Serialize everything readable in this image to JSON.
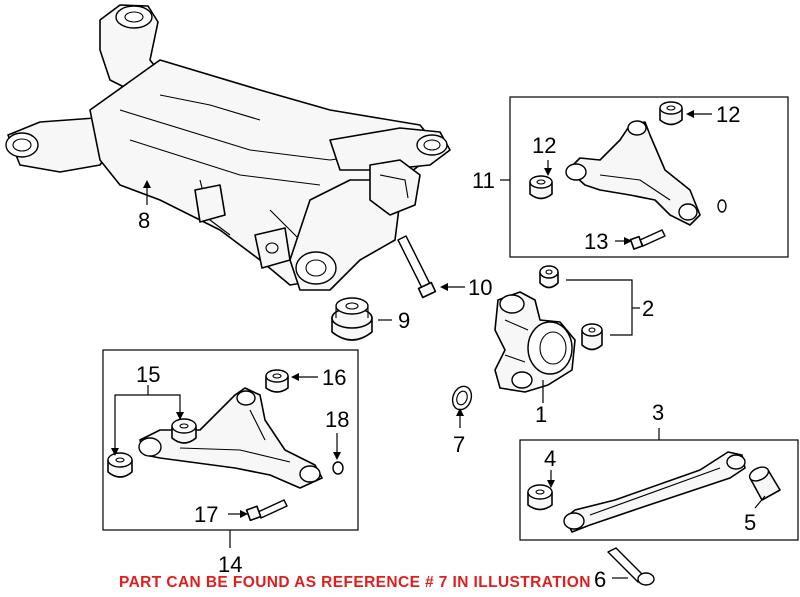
{
  "callouts": {
    "c1": "1",
    "c2": "2",
    "c3": "3",
    "c4": "4",
    "c5": "5",
    "c6": "6",
    "c7": "7",
    "c8": "8",
    "c9": "9",
    "c10": "10",
    "c11": "11",
    "c12a": "12",
    "c12b": "12",
    "c13": "13",
    "c14": "14",
    "c15": "15",
    "c16": "16",
    "c17": "17",
    "c18": "18"
  },
  "notice": "PART CAN BE FOUND AS REFERENCE # 7 IN ILLUSTRATION",
  "colors": {
    "notice": "#e01e1e",
    "line": "#000000",
    "background": "#ffffff"
  }
}
